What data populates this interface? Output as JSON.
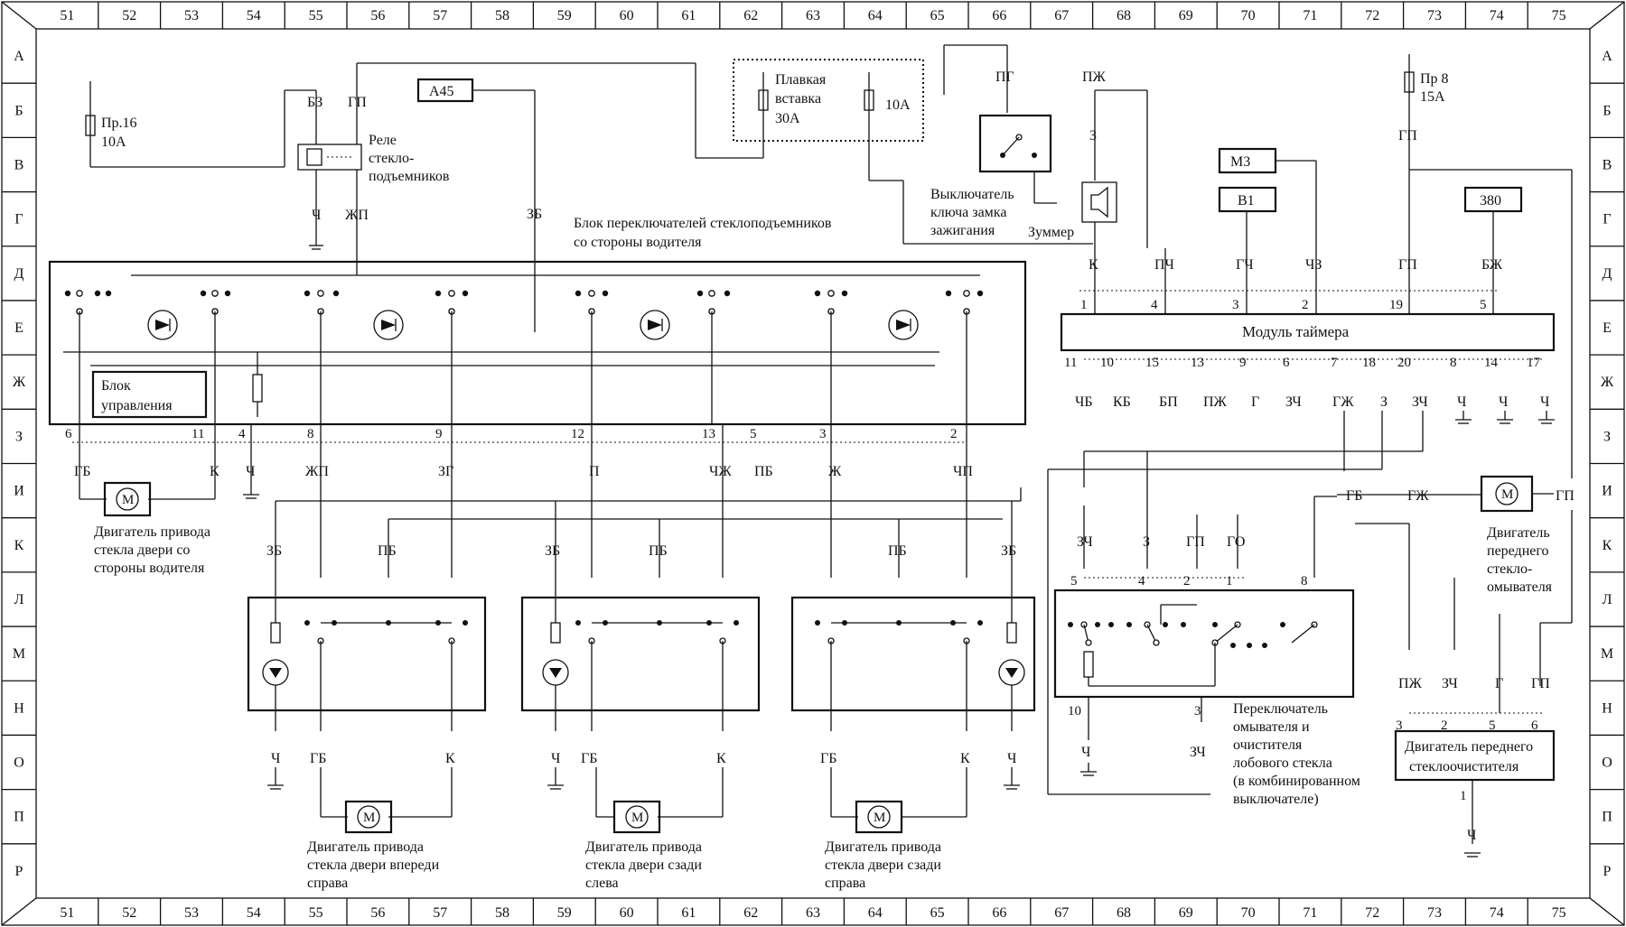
{
  "grid": {
    "columns": [
      "51",
      "52",
      "53",
      "54",
      "55",
      "56",
      "57",
      "58",
      "59",
      "60",
      "61",
      "62",
      "63",
      "64",
      "65",
      "66",
      "67",
      "68",
      "69",
      "70",
      "71",
      "72",
      "73",
      "74",
      "75"
    ],
    "rows": [
      "А",
      "Б",
      "В",
      "Г",
      "Д",
      "Е",
      "Ж",
      "З",
      "И",
      "К",
      "Л",
      "М",
      "Н",
      "О",
      "П",
      "Р"
    ]
  },
  "labels": {
    "fuse16": "Пр.16",
    "fuse16_rating": "10А",
    "relay": "Реле",
    "relay_2": "стекло-",
    "relay_3": "подъемников",
    "bz": "БЗ",
    "gp_relay": "ГП",
    "ch_relay": "Ч",
    "zhp_relay": "ЖП",
    "a45": "А45",
    "zb_top": "ЗБ",
    "fusible_1": "Плавкая",
    "fusible_2": "вставка",
    "fusible_3": "30А",
    "fuse10": "10А",
    "pg": "ПГ",
    "pzh": "ПЖ",
    "z_buzz": "З",
    "ign_1": "Выключатель",
    "ign_2": "ключа замка",
    "ign_3": "зажигания",
    "buzzer": "Зуммер",
    "fuse8": "Пр 8",
    "fuse8_rating": "15А",
    "gp_fuse8": "ГП",
    "m3": "М3",
    "v1": "В1",
    "b380": "380",
    "driver_block_1": "Блок переключателей стеклоподъемников",
    "driver_block_2": "со стороны водителя",
    "control_1": "Блок",
    "control_2": "управления",
    "timer": "Модуль таймера",
    "t_k": "К",
    "t_pch": "ПЧ",
    "t_gch": "ГЧ",
    "t_chz": "ЧЗ",
    "t_gp": "ГП",
    "t_bzh": "БЖ",
    "t_1": "1",
    "t_4": "4",
    "t_3": "3",
    "t_2": "2",
    "t_19": "19",
    "t_5": "5",
    "b_11": "11",
    "b_10": "10",
    "b_15": "15",
    "b_13": "13",
    "b_9": "9",
    "b_6": "6",
    "b_7": "7",
    "b_18": "18",
    "b_20": "20",
    "b_8": "8",
    "b_14": "14",
    "b_17": "17",
    "w_chb": "ЧБ",
    "w_kb": "КБ",
    "w_bp": "БП",
    "w_pzh": "ПЖ",
    "w_g": "Г",
    "w_zch": "ЗЧ",
    "w_gzh": "ГЖ",
    "w_z": "З",
    "w_zch2": "ЗЧ",
    "w_ch1": "Ч",
    "w_ch2": "Ч",
    "w_ch3": "Ч",
    "p_6": "6",
    "p_11": "11",
    "p_4": "4",
    "p_8": "8",
    "p_9": "9",
    "p_12": "12",
    "p_13": "13",
    "p_5": "5",
    "p_3": "3",
    "p_2": "2",
    "pw_gb": "ГБ",
    "pw_k": "К",
    "pw_ch": "Ч",
    "pw_zhp": "ЖП",
    "pw_zg": "ЗГ",
    "pw_p": "П",
    "pw_chzh": "ЧЖ",
    "pw_pb": "ПБ",
    "pw_zh": "Ж",
    "pw_chp": "ЧП",
    "motor_driver_1": "Двигатель привода",
    "motor_driver_2": "стекла двери со",
    "motor_driver_3": "стороны водителя",
    "zb": "ЗБ",
    "pb": "ПБ",
    "ch": "Ч",
    "gb": "ГБ",
    "k": "К",
    "motor_fr_1": "Двигатель привода",
    "motor_fr_2": "стекла двери впереди",
    "motor_fr_3": "справа",
    "motor_rl_1": "Двигатель привода",
    "motor_rl_2": "стекла двери сзади",
    "motor_rl_3": "слева",
    "motor_rr_1": "Двигатель привода",
    "motor_rr_2": "стекла двери сзади",
    "motor_rr_3": "справа",
    "s_zch": "ЗЧ",
    "s_z": "З",
    "s_gp": "ГП",
    "s_go": "ГО",
    "s_5": "5",
    "s_4": "4",
    "s_2": "2",
    "s_1": "1",
    "s_8": "8",
    "s_10": "10",
    "s_3": "3",
    "s_ch": "Ч",
    "s_zch_b": "ЗЧ",
    "washer_sw_1": "Переключатель",
    "washer_sw_2": "омывателя и",
    "washer_sw_3": "очистителя",
    "washer_sw_4": "лобового стекла",
    "washer_sw_5": "(в комбинированном",
    "washer_sw_6": "выключателе)",
    "wm_gb": "ГБ",
    "wm_gzh": "ГЖ",
    "wm_gp": "ГП",
    "washer_motor_1": "Двигатель",
    "washer_motor_2": "переднего",
    "washer_motor_3": "стекло-",
    "washer_motor_4": "омывателя",
    "wp_pzh": "ПЖ",
    "wp_zch": "ЗЧ",
    "wp_g": "Г",
    "wp_gp": "ГП",
    "wp_3": "3",
    "wp_2": "2",
    "wp_5": "5",
    "wp_6": "6",
    "wiper_1": "Двигатель переднего",
    "wiper_2": "стеклоочистителя",
    "wp_1": "1",
    "wp_ch": "Ч"
  }
}
